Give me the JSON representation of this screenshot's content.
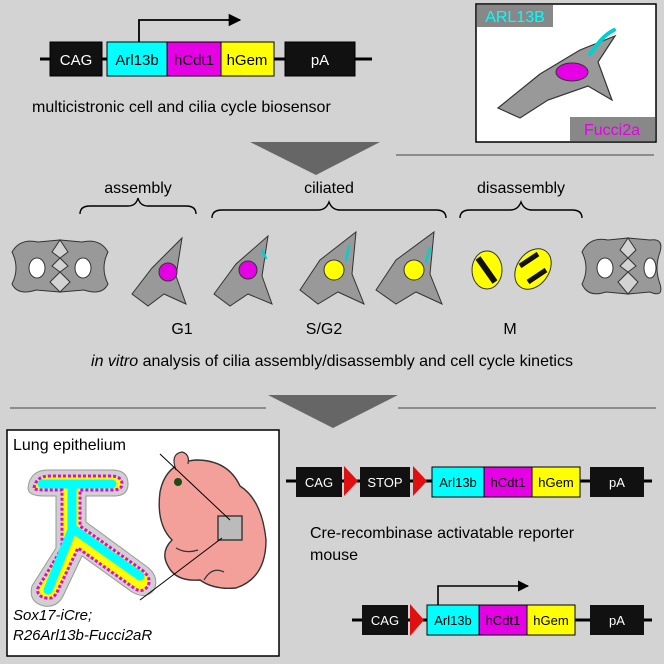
{
  "colors": {
    "background": "#d3d3d3",
    "cyan": "#00ffff",
    "magenta": "#e600e6",
    "yellow": "#ffff00",
    "black_box": "#111111",
    "cell_gray": "#999999",
    "mouse_pink": "#f4a09a",
    "arrow_gray": "#666666",
    "red_triangle": "#e01010"
  },
  "construct_top": {
    "cag": "CAG",
    "arl13b": "Arl13b",
    "hcdt1": "hCdt1",
    "hgem": "hGem",
    "pa": "pA",
    "caption": "multicistronic cell and cilia cycle biosensor"
  },
  "inset_cell": {
    "label_top": "ARL13B",
    "label_bottom": "Fucci2a"
  },
  "phases": {
    "assembly": "assembly",
    "ciliated": "ciliated",
    "disassembly": "disassembly",
    "g1": "G1",
    "sg2": "S/G2",
    "m": "M"
  },
  "analysis_caption": {
    "italic": "in vitro",
    "rest": " analysis of cilia assembly/disassembly and cell cycle kinetics"
  },
  "lung_panel": {
    "title": "Lung epithelium",
    "genotype_line1": "Sox17-iCre;",
    "genotype_line2": "R26Arl13b-Fucci2aR"
  },
  "reporter_construct": {
    "cag": "CAG",
    "stop": "STOP",
    "arl13b": "Arl13b",
    "hcdt1": "hCdt1",
    "hgem": "hGem",
    "pa": "pA"
  },
  "reporter_caption": {
    "line1": "Cre-recombinase activatable reporter",
    "line2": "mouse"
  },
  "recombined_construct": {
    "cag": "CAG",
    "arl13b": "Arl13b",
    "hcdt1": "hCdt1",
    "hgem": "hGem",
    "pa": "pA"
  }
}
